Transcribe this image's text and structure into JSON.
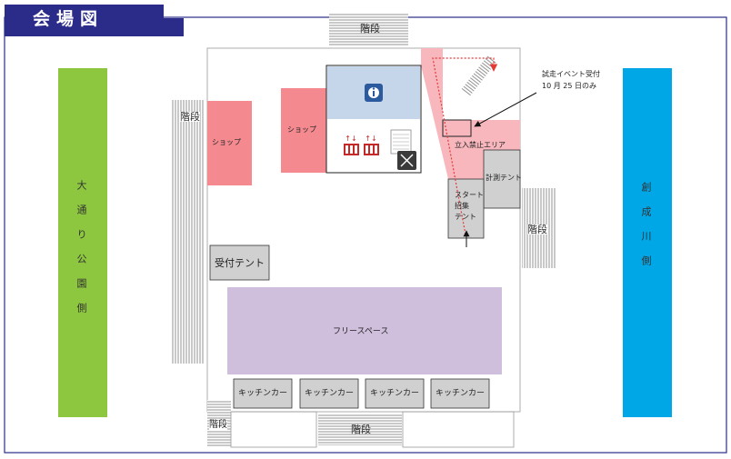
{
  "header": {
    "title": "会場図",
    "bg_color": "#2b2b8a"
  },
  "streets": {
    "left": {
      "label": "大通り公園側",
      "color": "#8dc63f"
    },
    "right": {
      "label": "創成川側",
      "color": "#00a7e7"
    }
  },
  "stairs": {
    "top": "階段",
    "left": "階段",
    "right": "階段",
    "bottom_left": "階段",
    "bottom_center": "階段"
  },
  "shops": {
    "left": "ショップ",
    "center": "ショップ",
    "color": "#f48a90"
  },
  "info_icon": "info-icon",
  "zones": {
    "restricted": "立入禁止エリア",
    "restricted_color": "#f7b7bd",
    "timing_tent": "計測テント",
    "start_tent": [
      "スタート",
      "招集",
      "テント"
    ],
    "reception": "受付テント",
    "free_space": "フリースペース",
    "free_space_color": "#d0bedd",
    "tent_color": "#d0d0d0"
  },
  "kitchen_cars": [
    "キッチンカー",
    "キッチンカー",
    "キッチンカー",
    "キッチンカー"
  ],
  "annotation": {
    "line1": "試走イベント受付",
    "line2": "10 月 25 日のみ"
  }
}
